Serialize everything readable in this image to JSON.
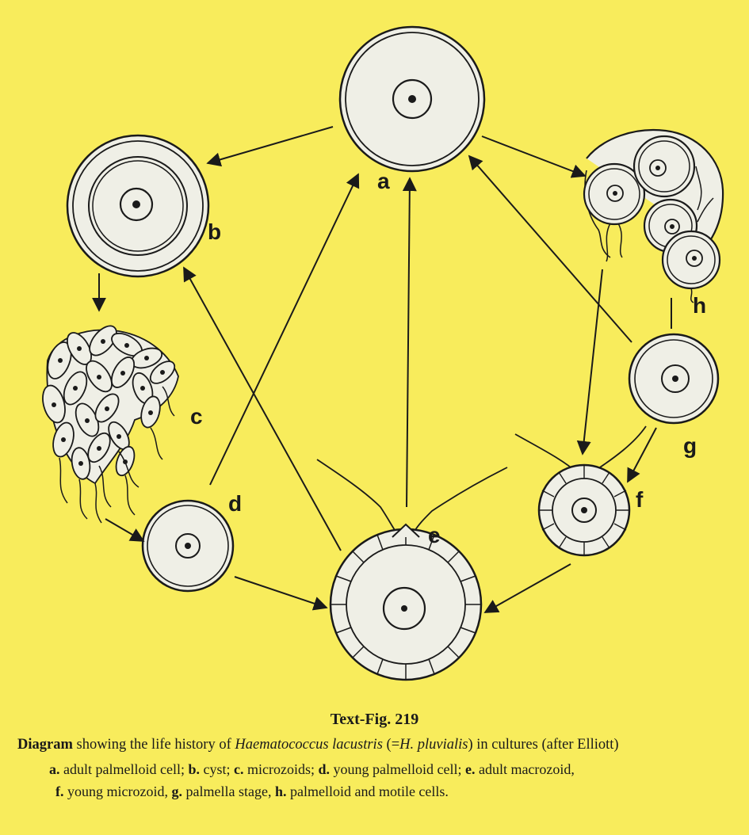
{
  "colors": {
    "background": "#f8ec5c",
    "cell_fill": "#efefe6",
    "ink": "#1a1a1a"
  },
  "stage_labels": {
    "a": "a",
    "b": "b",
    "c": "c",
    "d": "d",
    "e": "e",
    "f": "f",
    "g": "g",
    "h": "h"
  },
  "caption": {
    "fig_number": "Text-Fig. 219",
    "title_lead": "Diagram",
    "title_text": " showing the life history of ",
    "species": "Haematococcus lacustris",
    "synonym_open": " (=",
    "synonym": "H. pluvialis",
    "title_end": ") in cultures (after Elliott)",
    "legend_line1": [
      {
        "key": "a.",
        "text": " adult palmelloid cell; "
      },
      {
        "key": "b.",
        "text": " cyst; "
      },
      {
        "key": "c.",
        "text": " microzoids; "
      },
      {
        "key": "d.",
        "text": " young palmelloid cell; "
      },
      {
        "key": "e.",
        "text": " adult macrozoid,"
      }
    ],
    "legend_line2": [
      {
        "key": "f.",
        "text": " young microzoid, "
      },
      {
        "key": "g.",
        "text": " palmella stage, "
      },
      {
        "key": "h.",
        "text": " palmelloid and motile cells."
      }
    ]
  }
}
